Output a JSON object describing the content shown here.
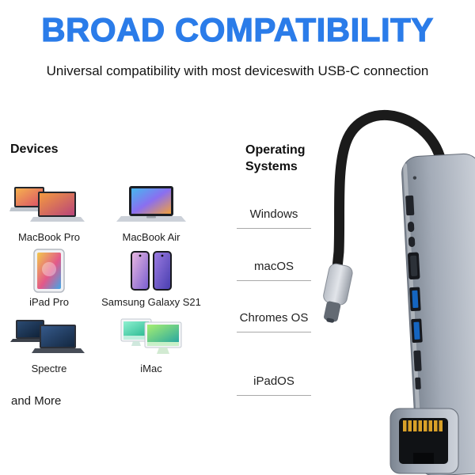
{
  "title": "BROAD COMPATIBILITY",
  "subtitle": "Universal compatibility with most deviceswith USB-C connection",
  "devices": {
    "heading": "Devices",
    "items": [
      {
        "label": "MacBook Pro",
        "icon": "macbook-pro-image"
      },
      {
        "label": "MacBook Air",
        "icon": "macbook-air-image"
      },
      {
        "label": "iPad Pro",
        "icon": "ipad-pro-image"
      },
      {
        "label": "Samsung Galaxy S21",
        "icon": "samsung-galaxy-s21-image"
      },
      {
        "label": "Spectre",
        "icon": "spectre-image"
      },
      {
        "label": "iMac",
        "icon": "imac-image"
      }
    ],
    "more_label": "and More"
  },
  "operating_systems": {
    "heading": "Operating Systems",
    "items": [
      "Windows",
      "macOS",
      "Chromes OS",
      "iPadOS"
    ]
  },
  "product_image": {
    "name": "usb-c-hub-with-cable",
    "parts": [
      "usb-c-cable",
      "usb-c-connector",
      "hub-body",
      "hdmi-port",
      "usb-c-ports",
      "usb-a-ports",
      "sd-card-slot",
      "tf-card-slot",
      "ethernet-port"
    ]
  },
  "colors": {
    "title_blue": "#2b7ce9",
    "text_dark": "#1c1c1c",
    "divider_gray": "#a9a9a9",
    "hub_gray": "#a3abb7",
    "usb_port_blue": "#1565c0",
    "ethernet_pin_gold": "#d8a028",
    "cable_black": "#1b1b1b"
  }
}
